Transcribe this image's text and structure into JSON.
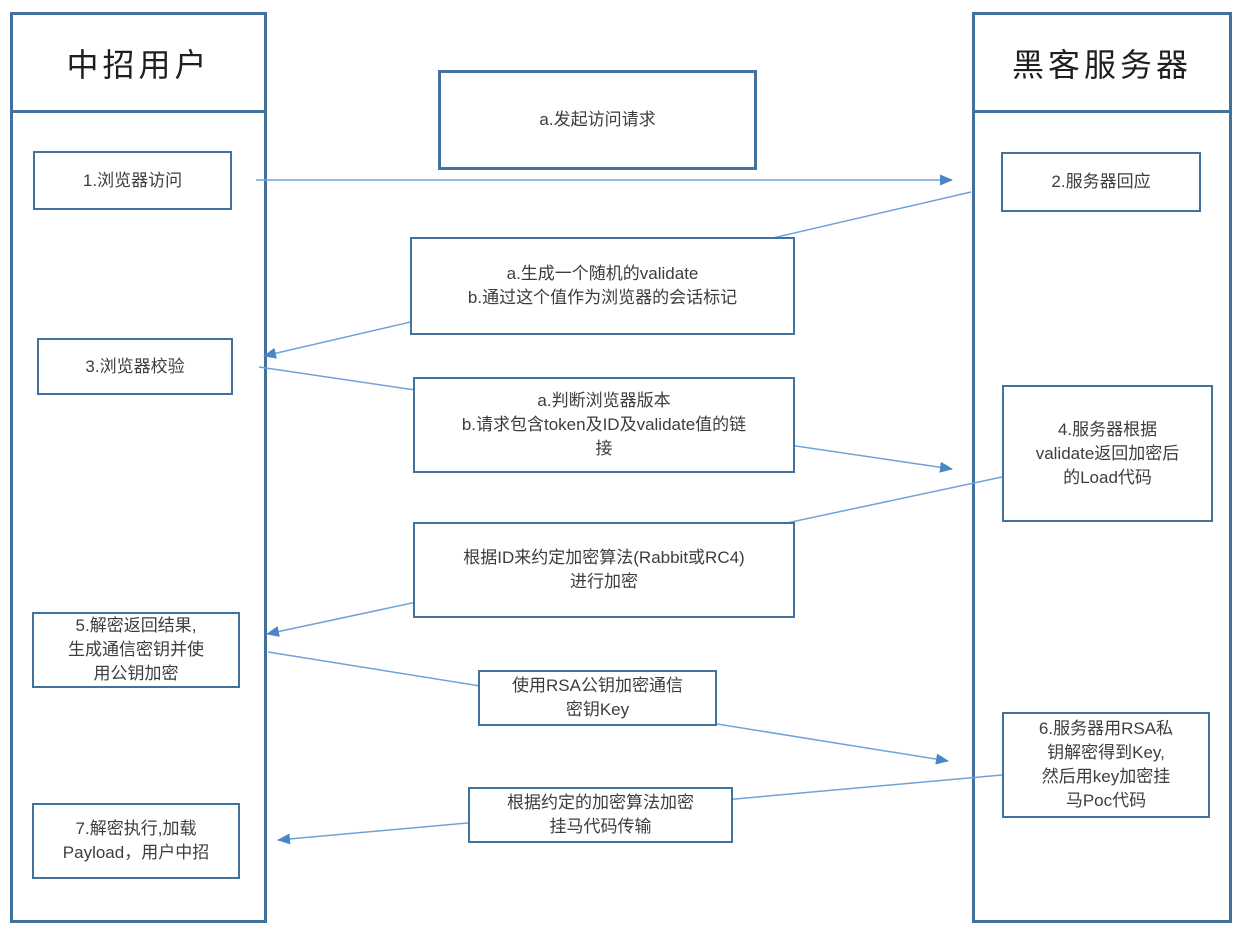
{
  "diagram": {
    "type": "sequence-flow",
    "colors": {
      "shape_border": "#41719C",
      "arrow_line": "#6FA3D8",
      "arrow_head": "#4A86C5",
      "background": "#FFFFFF",
      "text": "#3D3D3D"
    },
    "lanes": [
      {
        "title": "中招用户"
      },
      {
        "title": "黑客服务器"
      }
    ],
    "nodes": [
      {
        "label": "1.浏览器访问"
      },
      {
        "label": "2.服务器回应"
      },
      {
        "label": "3.浏览器校验"
      },
      {
        "label": "4.服务器根据\nvalidate返回加密后\n的Load代码"
      },
      {
        "label": "5.解密返回结果,\n生成通信密钥并使\n用公钥加密"
      },
      {
        "label": "6.服务器用RSA私\n钥解密得到Key,\n然后用key加密挂\n马Poc代码"
      },
      {
        "label": "7.解密执行,加载\nPayload，用户中招"
      }
    ],
    "messages": [
      {
        "label": "a.发起访问请求"
      },
      {
        "label": "a.生成一个随机的validate\nb.通过这个值作为浏览器的会话标记"
      },
      {
        "label": "a.判断浏览器版本\nb.请求包含token及ID及validate值的链\n接"
      },
      {
        "label": "根据ID来约定加密算法(Rabbit或RC4)\n进行加密"
      },
      {
        "label": "使用RSA公钥加密通信\n密钥Key"
      },
      {
        "label": "根据约定的加密算法加密\n挂马代码传输"
      }
    ],
    "arrows": [
      {
        "from_node": 1,
        "to_node": 2,
        "message_index": 1,
        "direction": "left-to-right"
      },
      {
        "from_node": 2,
        "to_node": 3,
        "message_index": 2,
        "direction": "right-to-left"
      },
      {
        "from_node": 3,
        "to_node": 4,
        "message_index": 3,
        "direction": "left-to-right"
      },
      {
        "from_node": 4,
        "to_node": 5,
        "message_index": 4,
        "direction": "right-to-left"
      },
      {
        "from_node": 5,
        "to_node": 6,
        "message_index": 5,
        "direction": "left-to-right"
      },
      {
        "from_node": 6,
        "to_node": 7,
        "message_index": 6,
        "direction": "right-to-left"
      }
    ]
  }
}
